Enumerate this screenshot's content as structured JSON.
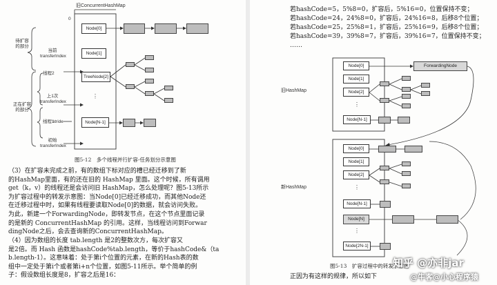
{
  "left_figure": {
    "title": "旧ConcurrentHashMap",
    "index_zero": "0",
    "labels": {
      "pending": "待扩容的部分",
      "current_index": "当前transferIndex",
      "thread2": "线程2",
      "last_index": "上1次transferIndex",
      "in_progress": "正在扩容的部分",
      "thread1": "线程1",
      "stride": "stride",
      "initial_index": "初始transferIndex"
    },
    "nodes": [
      "Node[0]",
      "Node[1]",
      "TreeNode[2]",
      "⋮",
      "Node[N-1]"
    ],
    "caption": "图5-12　多个线程并行扩容-任务划分示意图"
  },
  "left_text": {
    "para1": [
      "（3）在扩容未完成之前，有的数组下标对应的槽已经迁移到了新",
      "的HashMap里面，有的还在旧的 HashMap 里面。这个时候，所有调用",
      "get（k，v）的线程还是会访问旧 HashMap，怎么处理呢？图5-13所示",
      "为扩容过程中的转发示意图：当Node[0]已经迁移成功，而其他Node还",
      "在迁移过程中时，如果有线程要读取Node[0]的数据，就会访问失败。",
      "为此，新建一个ForwardingNode，即转发节点，在这个节点里面记录",
      "的是新的 ConcurrentHashMap 的引用。这样，当线程访问到Forwar",
      "dingNode之后，会去查询新的ConcurrentHashMap。"
    ],
    "para2": [
      "（4）因为数组的长度 tab.length 是2的整数次方，每次扩容又",
      "是2倍。而 Hash 函数是hashCode%tab.length，等价于hashCode&（ta",
      "b.length-1）。这意味着：处于第i个位置的元素，在新的Hash表的数",
      "组中一定处于第i个或者第i+n个位置，如图5-11所示。举个简单的例",
      "子：假设数组长度是8，扩容之后是16："
    ]
  },
  "right_text": {
    "lines": [
      "若hashCode=5，5%8=0，扩容后，5%16=0，位置保持不变；",
      "若hashCode=24，24%8=0，扩容后，24%16=8，后移8个位置；",
      "若hashCode=25，25%8=1，扩容后，25%16=9，后移8个位置；",
      "若hashCode=39，39%8=7，扩容后，39%16=7，位置保持不变；",
      "……"
    ],
    "bottom_line": "正因为有这样的规律，所以如下"
  },
  "right_figure": {
    "old_map_label": "旧HashMap",
    "new_map_label": "新HashMap",
    "forwarding_node": "ForwardingNode",
    "old_nodes": [
      "Node[0]",
      "Node[1]",
      "Node[2]",
      "⋮",
      "Node[N-1]"
    ],
    "new_nodes": [
      "Node[0]",
      "Node[1]",
      "Node[2]",
      "⋮",
      "Node[N-1]",
      "Node[N]",
      "⋮",
      "Node[2N-1]"
    ],
    "caption": "图5-13　扩容过程中的转发示意图"
  },
  "watermarks": {
    "zhihu": "知乎 @亦非jar",
    "niuke": "@牛客@小心程序猿"
  }
}
